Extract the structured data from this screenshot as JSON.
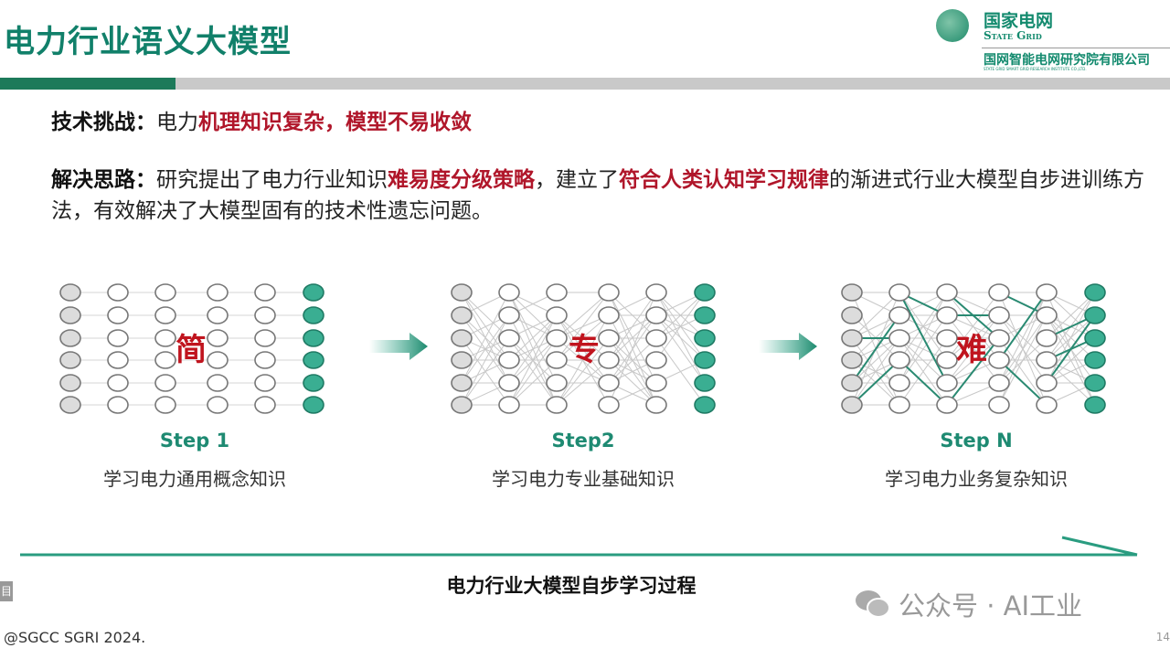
{
  "header": {
    "title": "电力行业语义大模型",
    "logo": {
      "cn": "国家电网",
      "en": "State Grid",
      "sub": "国网智能电网研究院有限公司",
      "sub_en": "STATE GRID SMART GRID RESEARCH INSTITUTE CO.,LTD."
    }
  },
  "challenge": {
    "label": "技术挑战：",
    "text1": "电力",
    "highlight": "机理知识复杂，模型不易收敛"
  },
  "solution": {
    "label": "解决思路：",
    "t1": "研究提出了电力行业知识",
    "h1": "难易度分级策略",
    "t2": "，建立了",
    "h2": "符合人类认知学习规律",
    "t3": "的渐进式行业大模型自步进训练方法，有效解决了大模型固有的技术性遗忘问题。"
  },
  "steps": [
    {
      "char": "简",
      "label": "Step 1",
      "desc": "学习电力通用概念知识"
    },
    {
      "char": "专",
      "label": "Step2",
      "desc": "学习电力专业基础知识"
    },
    {
      "char": "难",
      "label": "Step N",
      "desc": "学习电力业务复杂知识"
    }
  ],
  "caption": "电力行业大模型自步学习过程",
  "watermark": "公众号 · AI工业",
  "copyright": "@SGCC SGRI 2024.",
  "page_number": "14",
  "side_icon": "目",
  "colors": {
    "green": "#1d7a5a",
    "teal": "#2aa88a",
    "red": "#b0162a"
  }
}
